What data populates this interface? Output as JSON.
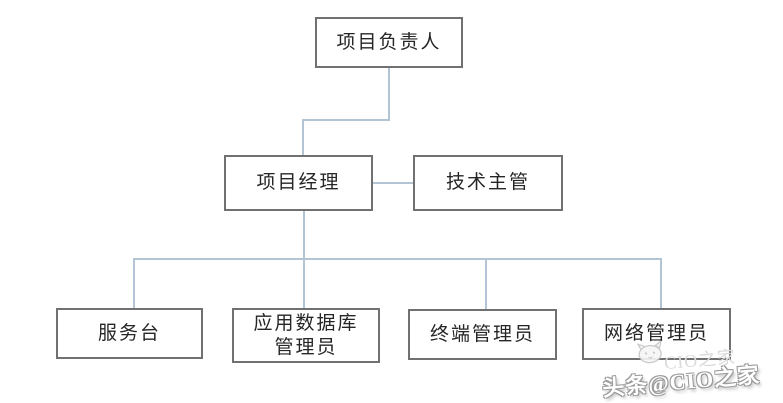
{
  "diagram": {
    "type": "org-chart",
    "nodes": [
      {
        "id": "project-leader",
        "label": "项目负责人"
      },
      {
        "id": "project-manager",
        "label": "项目经理"
      },
      {
        "id": "tech-supervisor",
        "label": "技术主管"
      },
      {
        "id": "service-desk",
        "label": "服务台"
      },
      {
        "id": "app-db-admin",
        "label": "应用数据库\n管理员"
      },
      {
        "id": "terminal-admin",
        "label": "终端管理员"
      },
      {
        "id": "network-admin",
        "label": "网络管理员"
      }
    ],
    "edges": [
      {
        "from": "项目负责人",
        "to": "项目经理"
      },
      {
        "from": "项目经理",
        "to": "技术主管"
      },
      {
        "from": "项目经理",
        "to": "服务台"
      },
      {
        "from": "项目经理",
        "to": "应用数据库管理员"
      },
      {
        "from": "项目经理",
        "to": "终端管理员"
      },
      {
        "from": "项目经理",
        "to": "网络管理员"
      }
    ]
  },
  "watermark": {
    "ghost": "CIO之家",
    "main": "头条@CIO之家"
  },
  "colors": {
    "page_background": "#ffffff",
    "box_border": "#717171",
    "box_background": "#ffffff",
    "text": "#262626",
    "connector": "#b3c5d4",
    "watermark_main": "#ffffff",
    "watermark_outline": "#9b9b9b",
    "watermark_ghost": "#dadada"
  }
}
